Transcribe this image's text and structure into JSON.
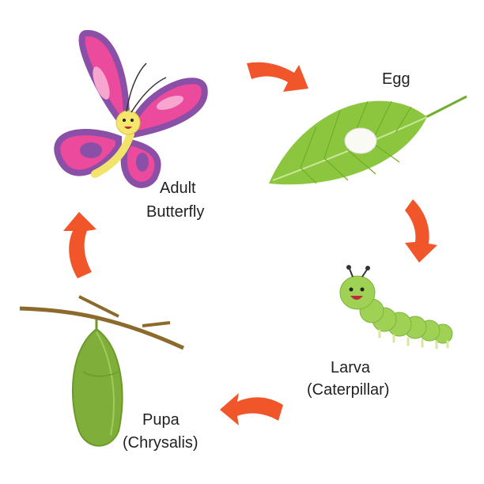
{
  "stages": {
    "adult": {
      "line1": "Adult",
      "line2": "Butterfly"
    },
    "egg": {
      "line1": "Egg"
    },
    "larva": {
      "line1": "Larva",
      "line2": "(Caterpillar)"
    },
    "pupa": {
      "line1": "Pupa",
      "line2": "(Chrysalis)"
    }
  },
  "colors": {
    "arrow": "#f0562a",
    "wing": "#ec4a9c",
    "wing_border": "#8a4fa6",
    "leaf": "#8cc63f",
    "caterpillar": "#9fd155",
    "chrysalis": "#7fae3b",
    "branch": "#8b6a2b"
  },
  "icons": [
    "butterfly-illustration",
    "egg-on-leaf-illustration",
    "caterpillar-illustration",
    "chrysalis-illustration",
    "cycle-arrow-icon"
  ]
}
